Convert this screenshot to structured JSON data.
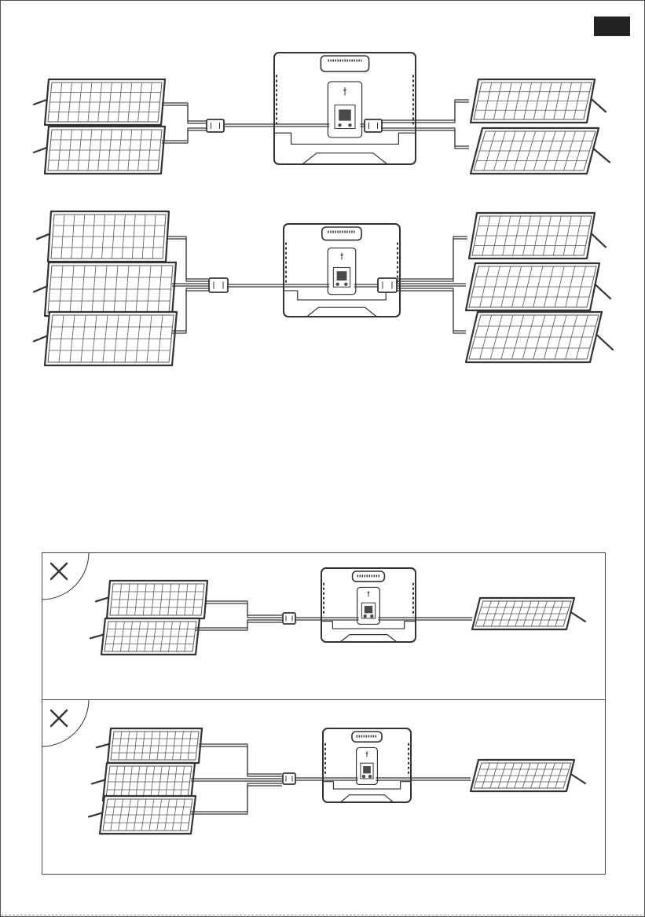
{
  "colors": {
    "ink": "#333333",
    "panel_fill": "#ffffff",
    "cell_line": "#555555",
    "station_fill": "#ffffff",
    "station_dark": "#4a4a4a",
    "tab": "#222222",
    "box_border": "#444444"
  },
  "icons": {
    "page_tab": "black-tab",
    "wrong_mark": "x-mark-icon",
    "solar_panel": "solar-panel-icon",
    "power_station": "power-station-icon",
    "parallel_connector": "parallel-connector-icon"
  },
  "diagrams": [
    {
      "id": "correct-two-panels-per-side",
      "status": "correct",
      "left_panels": 2,
      "right_panels": 2
    },
    {
      "id": "correct-three-panels-per-side",
      "status": "correct",
      "left_panels": 3,
      "right_panels": 3
    },
    {
      "id": "wrong-unequal-two-vs-one",
      "status": "incorrect",
      "left_panels": 2,
      "right_panels": 1
    },
    {
      "id": "wrong-unequal-three-vs-one",
      "status": "incorrect",
      "left_panels": 3,
      "right_panels": 1
    }
  ]
}
